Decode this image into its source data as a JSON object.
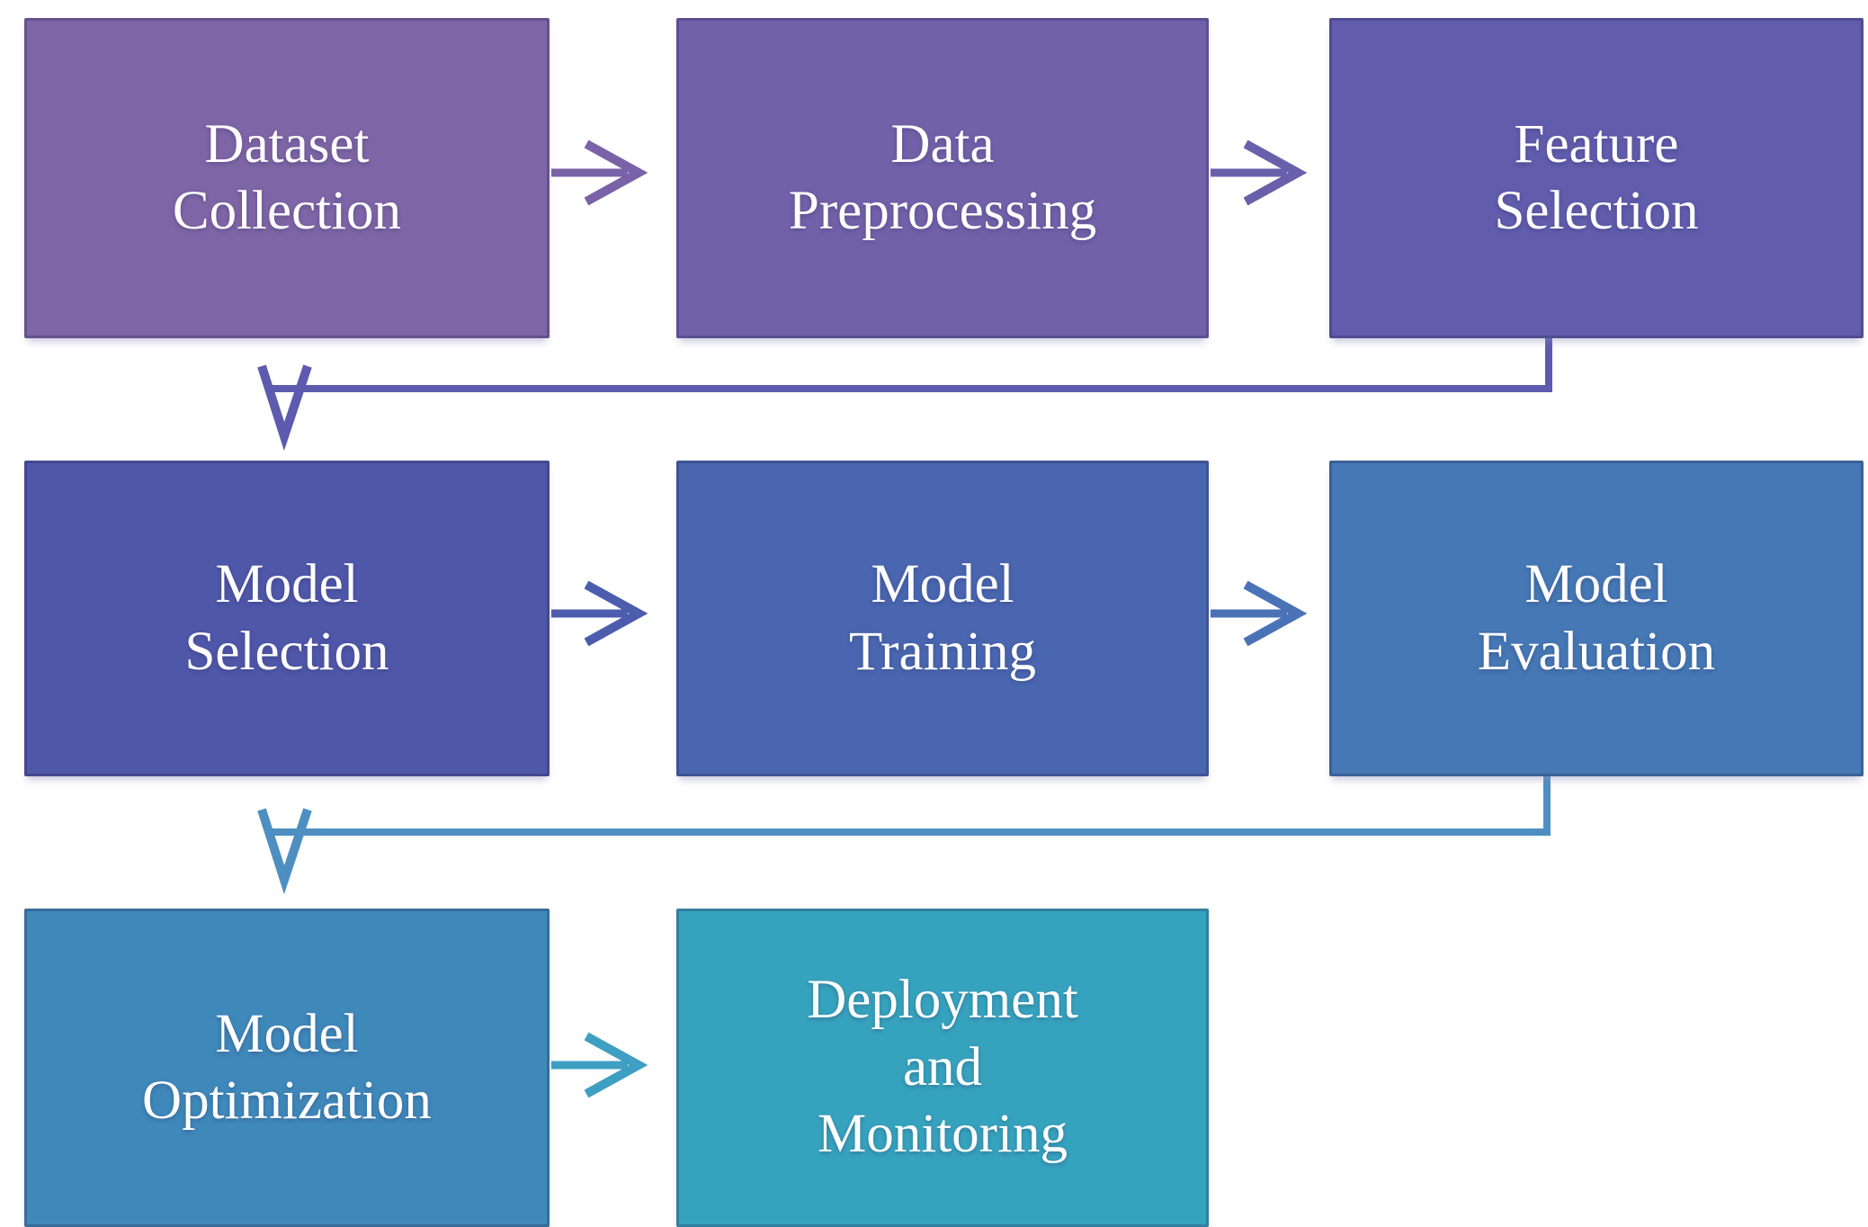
{
  "diagram": {
    "background": "#FFFFFF",
    "text_color": "#FFFFFF",
    "boxes": [
      {
        "name": "dataset-collection",
        "lines": [
          "Dataset",
          "Collection"
        ],
        "fill": "#7E65A6"
      },
      {
        "name": "data-preprocessing",
        "lines": [
          "Data",
          "Preprocessing"
        ],
        "fill": "#7161A9"
      },
      {
        "name": "feature-selection",
        "lines": [
          "Feature",
          "Selection"
        ],
        "fill": "#615CAC"
      },
      {
        "name": "model-selection",
        "lines": [
          "Model",
          "Selection"
        ],
        "fill": "#4F57A9"
      },
      {
        "name": "model-training",
        "lines": [
          "Model",
          "Training"
        ],
        "fill": "#4A66B0"
      },
      {
        "name": "model-evaluation",
        "lines": [
          "Model",
          "Evaluation"
        ],
        "fill": "#4578B5"
      },
      {
        "name": "model-optimization",
        "lines": [
          "Model",
          "Optimization"
        ],
        "fill": "#3F88BA"
      },
      {
        "name": "deployment-monitoring",
        "lines": [
          "Deployment",
          "and",
          "Monitoring"
        ],
        "fill": "#36A3BE"
      }
    ],
    "connectors": [
      {
        "name": "arrow-dataset-to-preprocessing",
        "type": "straight",
        "color": "#7A62A8"
      },
      {
        "name": "arrow-preprocessing-to-feature",
        "type": "straight",
        "color": "#695FAB"
      },
      {
        "name": "arrow-feature-to-model-selection",
        "type": "elbow",
        "color": "#5D5BAD"
      },
      {
        "name": "arrow-model-selection-to-training",
        "type": "straight",
        "color": "#4C5DAE"
      },
      {
        "name": "arrow-training-to-evaluation",
        "type": "straight",
        "color": "#4A72B7"
      },
      {
        "name": "arrow-evaluation-to-optimization",
        "type": "elbow",
        "color": "#4E8FC2"
      },
      {
        "name": "arrow-optimization-to-deployment",
        "type": "straight",
        "color": "#3F9FC2"
      }
    ]
  }
}
